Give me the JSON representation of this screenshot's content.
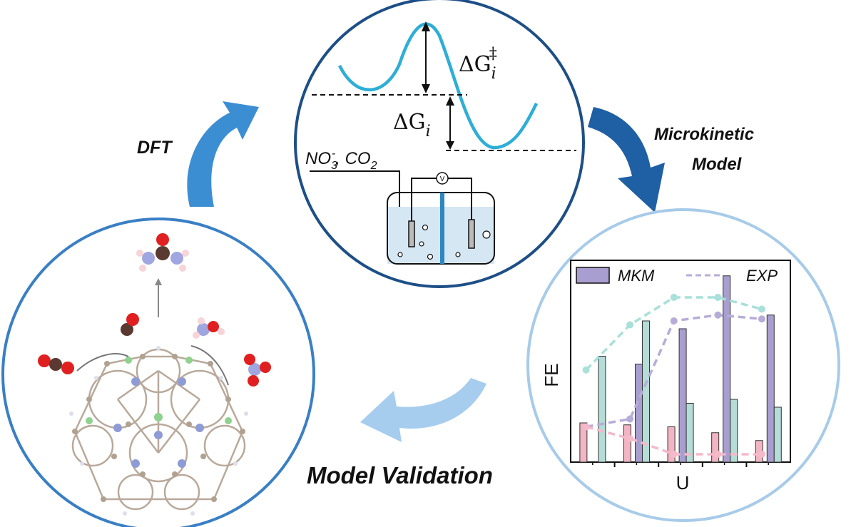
{
  "labels": {
    "dft": "DFT",
    "microkinetic_line1": "Microkinetic",
    "microkinetic_line2": "Model",
    "model_validation": "Model Validation"
  },
  "energy_panel": {
    "barrier_symbol": "ΔG",
    "barrier_subscript": "i",
    "barrier_superscript": "‡",
    "reaction_symbol": "ΔG",
    "reaction_subscript": "i",
    "reactants_no3": "NO",
    "reactants_no3_sub": "3",
    "reactants_no3_sup": "-",
    "reactants_sep": ", CO",
    "reactants_co2_sub": "2",
    "voltmeter": "V"
  },
  "chart_data": {
    "type": "bar",
    "xlabel": "U",
    "ylabel": "FE",
    "legend": [
      "MKM",
      "EXP"
    ],
    "legend_placement": "top",
    "categories": [
      "",
      "",
      "",
      "",
      ""
    ],
    "series": [
      {
        "name": "MKM",
        "color": "#a99ed0",
        "values": [
          0.0,
          0.5,
          0.68,
          0.95,
          0.75
        ]
      },
      {
        "color": "#f2b5c4",
        "values": [
          0.2,
          0.19,
          0.18,
          0.15,
          0.11
        ]
      },
      {
        "color": "#b5dcd7",
        "values": [
          0.54,
          0.72,
          0.3,
          0.32,
          0.28
        ]
      }
    ],
    "dashed_series": [
      {
        "color": "#a9e0da",
        "values": [
          0.47,
          0.7,
          0.84,
          0.84,
          0.78
        ]
      },
      {
        "name": "EXP",
        "color": "#b7acd8",
        "values": [
          0.18,
          0.22,
          0.72,
          0.75,
          0.73
        ]
      },
      {
        "color": "#f5b9ca",
        "values": [
          0.18,
          0.12,
          0.04,
          0.04,
          0.04
        ]
      }
    ],
    "ylim": [
      0,
      1
    ]
  },
  "colors": {
    "arrow_dft": "#3c8ed3",
    "arrow_microkinetic": "#1f5fa3",
    "arrow_validation": "#a7cdee",
    "circle_top": "#1d4f86",
    "circle_left": "#3a7fc4",
    "circle_right": "#a7cbe9",
    "energy_curve": "#2eaed6"
  }
}
